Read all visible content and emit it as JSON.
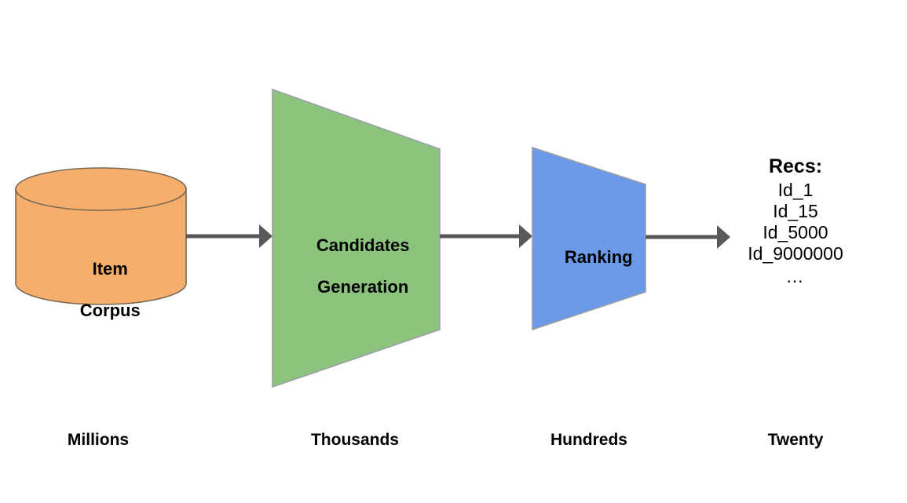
{
  "diagram": {
    "title": "Recommender system retrieval and ranking funnel",
    "background": "#ffffff",
    "colors": {
      "corpus_fill": "#F5AE6B",
      "corpus_stroke": "#7a6a52",
      "candidates_fill": "#8CC47E",
      "candidates_stroke": "#9aa0a6",
      "ranking_fill": "#6B9BE8",
      "ranking_stroke": "#9aa0a6",
      "arrow": "#595959",
      "text": "#000000"
    },
    "nodes": [
      {
        "id": "item-corpus",
        "shape": "cylinder",
        "label": "Item\nCorpus",
        "label_line_1": "Item",
        "label_line_2": "Corpus",
        "stage_label": "Millions"
      },
      {
        "id": "candidates-generation",
        "shape": "trapezoid",
        "label": "Candidates\nGeneration",
        "label_line_1": "Candidates",
        "label_line_2": "Generation",
        "stage_label": "Thousands"
      },
      {
        "id": "ranking",
        "shape": "trapezoid",
        "label": "Ranking",
        "label_line_1": "Ranking",
        "stage_label": "Hundreds"
      },
      {
        "id": "recs",
        "shape": "text-list",
        "title": "Recs:",
        "items": [
          "Id_1",
          "Id_15",
          "Id_5000",
          "Id_9000000"
        ],
        "ellipsis": "…",
        "stage_label": "Twenty"
      }
    ],
    "edges": [
      {
        "id": "edge-corpus-to-candidates",
        "from": "item-corpus",
        "to": "candidates-generation",
        "arrow": true
      },
      {
        "id": "edge-candidates-to-ranking",
        "from": "candidates-generation",
        "to": "ranking",
        "arrow": true
      },
      {
        "id": "edge-ranking-to-recs",
        "from": "ranking",
        "to": "recs",
        "arrow": true
      }
    ],
    "stage_labels": [
      "Millions",
      "Thousands",
      "Hundreds",
      "Twenty"
    ]
  }
}
